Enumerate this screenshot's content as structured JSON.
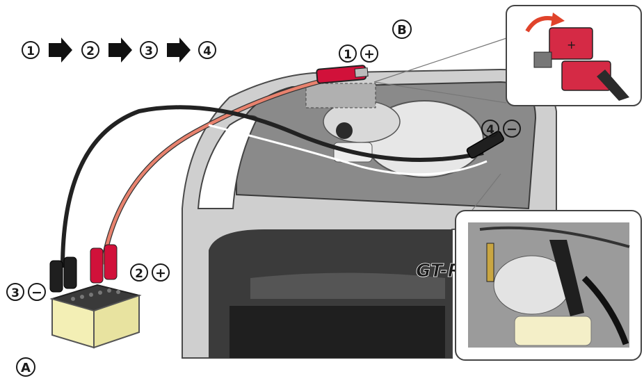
{
  "sequence": {
    "steps": [
      "1",
      "2",
      "3",
      "4"
    ]
  },
  "labels": {
    "vehicle_label": "B",
    "battery_label": "A",
    "emblem": "GT-R",
    "step1_num": "1",
    "step1_sign": "+",
    "step2_num": "2",
    "step2_sign": "+",
    "step3_num": "3",
    "step3_sign": "−",
    "step4_num": "4",
    "step4_sign": "−"
  },
  "colors": {
    "positive_cable": "#e8826e",
    "negative_cable": "#222222",
    "positive_clamp": "#d1113a",
    "negative_clamp": "#1f1f1f",
    "body": "#c7c7c7",
    "dark_body": "#3a3a3a",
    "battery_case": "#f3efb5"
  }
}
